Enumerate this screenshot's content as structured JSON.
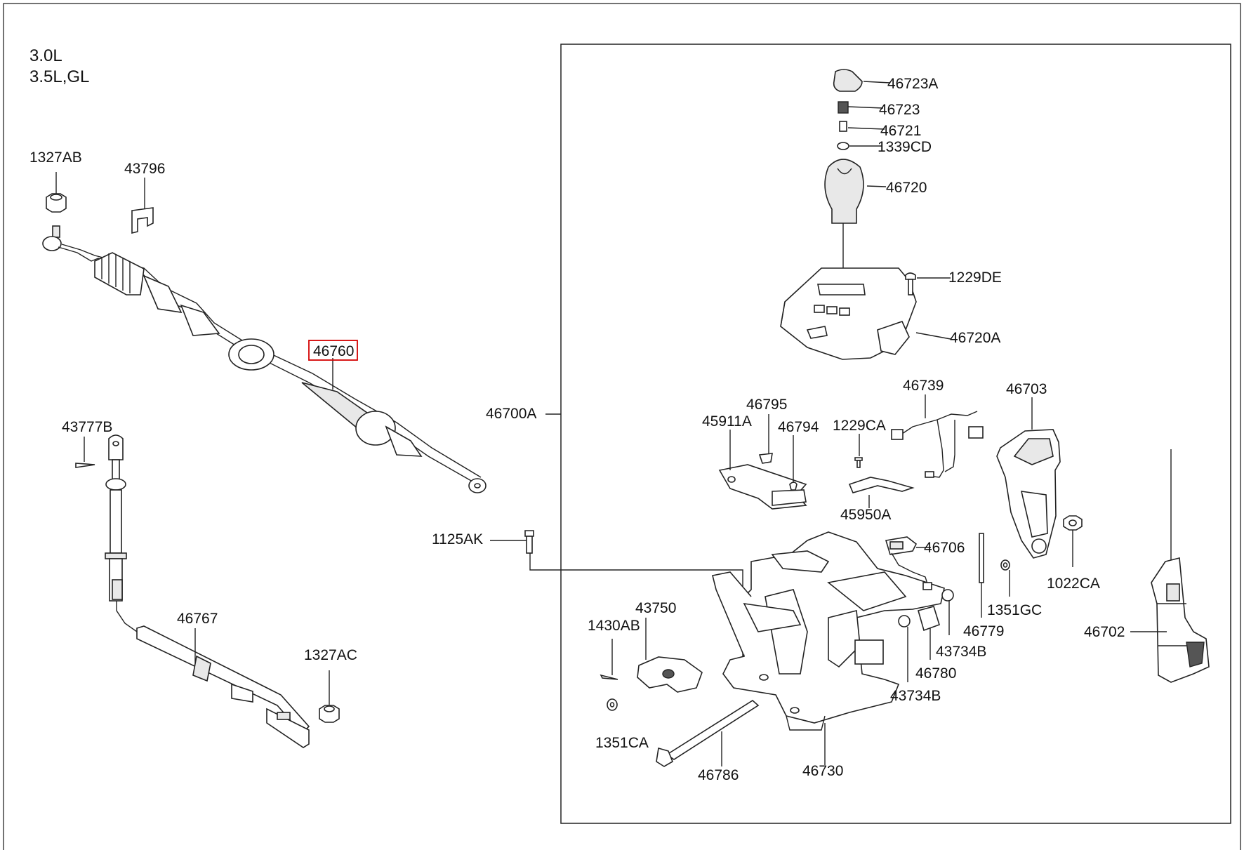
{
  "engine_labels": [
    "3.0L",
    "3.5L,GL"
  ],
  "highlighted_part": "46760",
  "parts": {
    "p1327AB": "1327AB",
    "p43796": "43796",
    "p46760": "46760",
    "p43777B": "43777B",
    "p46767": "46767",
    "p1327AC": "1327AC",
    "p46700A": "46700A",
    "p1125AK": "1125AK",
    "p46723A": "46723A",
    "p46723": "46723",
    "p46721": "46721",
    "p1339CD": "1339CD",
    "p46720": "46720",
    "p1229DE": "1229DE",
    "p46720A": "46720A",
    "p46739": "46739",
    "p46703": "46703",
    "p46795": "46795",
    "p45911A": "45911A",
    "p46794": "46794",
    "p1229CA": "1229CA",
    "p45950A": "45950A",
    "p46706": "46706",
    "p1022CA": "1022CA",
    "p1351GC": "1351GC",
    "p46779": "46779",
    "p43734B_1": "43734B",
    "p46702": "46702",
    "p43750": "43750",
    "p1430AB": "1430AB",
    "p46780": "46780",
    "p43734B_2": "43734B",
    "p1351CA": "1351CA",
    "p46786": "46786",
    "p46730": "46730"
  }
}
